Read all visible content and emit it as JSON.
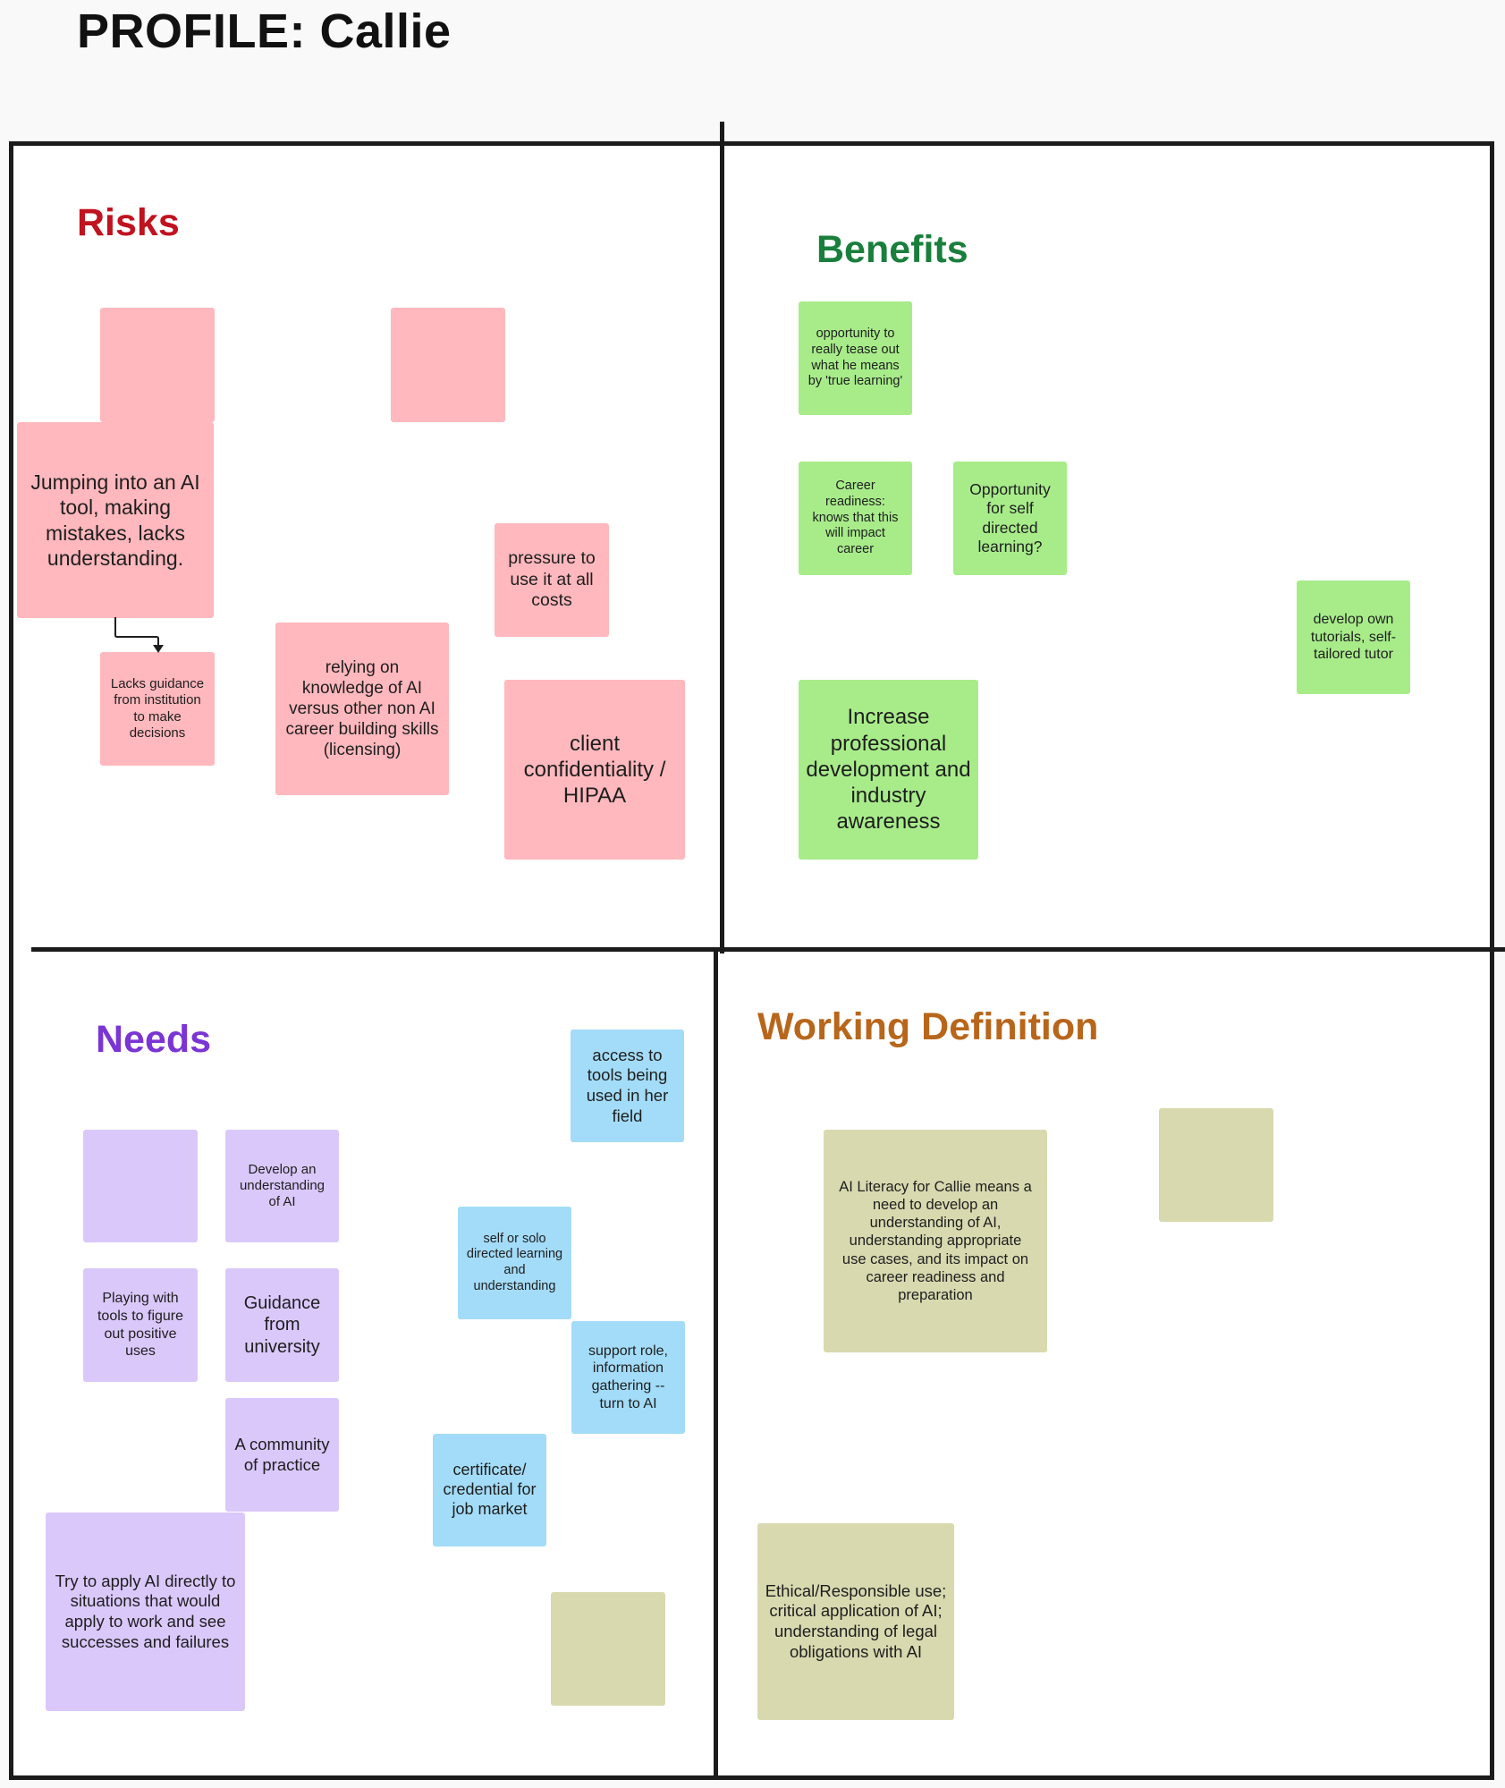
{
  "page_title": "PROFILE: Callie",
  "quadrants": {
    "risks": "Risks",
    "benefits": "Benefits",
    "needs": "Needs",
    "working": "Working Definition"
  },
  "notes": {
    "risks": [
      "",
      "",
      "Jumping into an AI tool, making mistakes, lacks understanding.",
      "pressure to use it at all costs",
      "Lacks guidance from institution to make decisions",
      "relying on knowledge of AI versus other non AI  career building skills (licensing)",
      "client confidentiality / HIPAA"
    ],
    "benefits": [
      "opportunity to really tease out what he means by 'true learning'",
      "Career readiness: knows that this will impact career",
      "Opportunity for self directed learning?",
      "develop own tutorials, self-tailored tutor",
      "Increase professional development and industry awareness"
    ],
    "needs": [
      "",
      "Develop an understanding of AI",
      "Playing with tools to figure out positive uses",
      "Guidance from university",
      "A community of practice",
      "Try to apply AI directly to situations that would apply to work and see successes and failures",
      "access to tools being used in her field",
      "self or solo directed learning and understanding",
      "support role, information gathering -- turn to AI",
      "certificate/ credential for job market",
      ""
    ],
    "working": [
      "AI Literacy for Callie means a need to develop an understanding of AI, understanding appropriate use cases, and its impact on career readiness and preparation",
      "",
      "Ethical/Responsible use; critical application of AI; understanding of legal obligations with AI"
    ]
  },
  "colors": {
    "risks_title": "#c1121f",
    "benefits_title": "#1a7f3c",
    "needs_title": "#7a35d4",
    "working_title": "#b8661b",
    "risk_note": "#ffb8bd",
    "benefit_note": "#a8ec8a",
    "need_note": "#dac8fb",
    "need_note_blue": "#a3dcf8",
    "working_note": "#d9d9b0"
  }
}
